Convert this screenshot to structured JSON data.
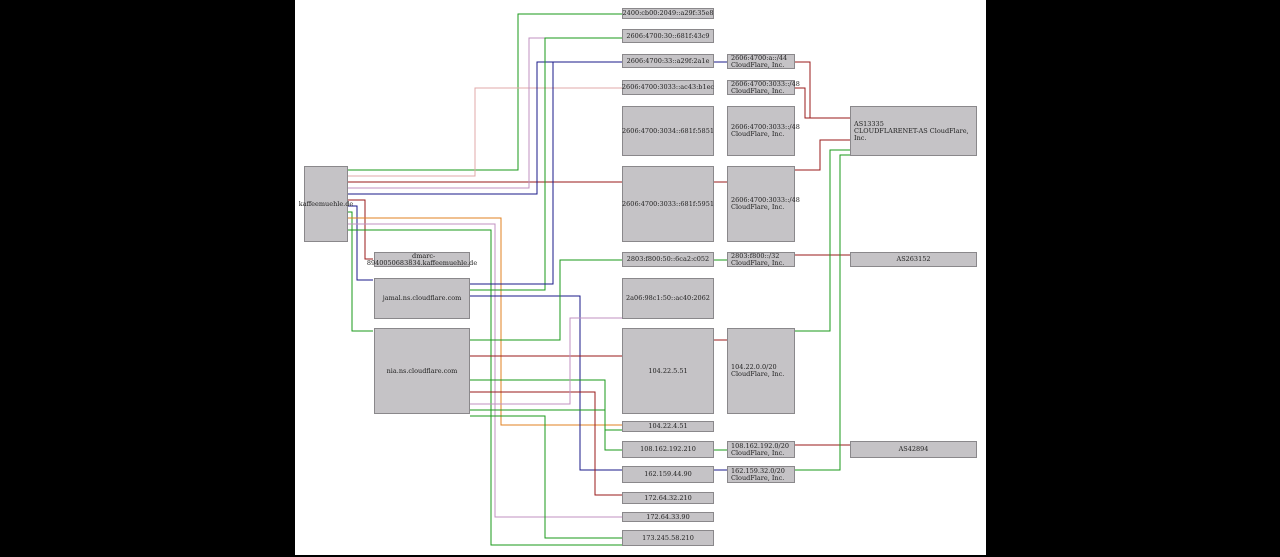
{
  "diagram": {
    "domain_node": "kaffeemuehle.de",
    "nodes": {
      "txt": "_dmarc-8940050683834.kaffeemuehle.de",
      "ns1": "jamal.ns.cloudflare.com",
      "ns2": "nia.ns.cloudflare.com",
      "ip6a": "2400:cb00:2049::a29f:35e8",
      "ip6b": "2606:4700:30::681f:43c9",
      "ip6c": "2606:4700:33::a29f:2a1e",
      "ip6d": "2606:4700:3033::ac43:b1ec",
      "ip6e": "2606:4700:3034::681f:5851",
      "ip6f": "2606:4700:3033::681f:5951",
      "ip6g": "2803:f800:50::6ca2:c052",
      "ip6h": "2a06:98c1:50::ac40:2062",
      "ip4a": "104.22.5.51",
      "ip4b": "104.22.4.51",
      "ip4c": "108.162.192.210",
      "ip4d": "162.159.44.90",
      "ip4e": "172.64.32.210",
      "ip4f": "172.64.33.90",
      "ip4g": "173.245.58.210",
      "pfx1": "2606:4700:a::/44\nCloudFlare, Inc.",
      "pfx2": "2606:4700:3033::/48\nCloudFlare, Inc.",
      "pfx3": "2606:4700:3033::/48\nCloudFlare, Inc.",
      "pfx4": "2606:4700:3033::/48\nCloudFlare, Inc.",
      "pfx5": "2803:f800::/32\nCloudFlare, Inc.",
      "pfx6": "104.22.0.0/20\nCloudFlare, Inc.",
      "pfx7": "108.162.192.0/20\nCloudFlare, Inc.",
      "pfx8": "162.159.32.0/20\nCloudFlare, Inc.",
      "as1": "AS13335\nCLOUDFLARENET-AS CloudFlare, Inc.",
      "as2": "AS263152",
      "as3": "AS42894"
    },
    "colors": {
      "green": "#1a9a1a",
      "darkred": "#9a1a1a",
      "navy": "#1a1a8a",
      "pink": "#c090c0",
      "salmon": "#e0a8a8",
      "orange": "#e08020",
      "node_fill": "#c5c3c6"
    }
  }
}
